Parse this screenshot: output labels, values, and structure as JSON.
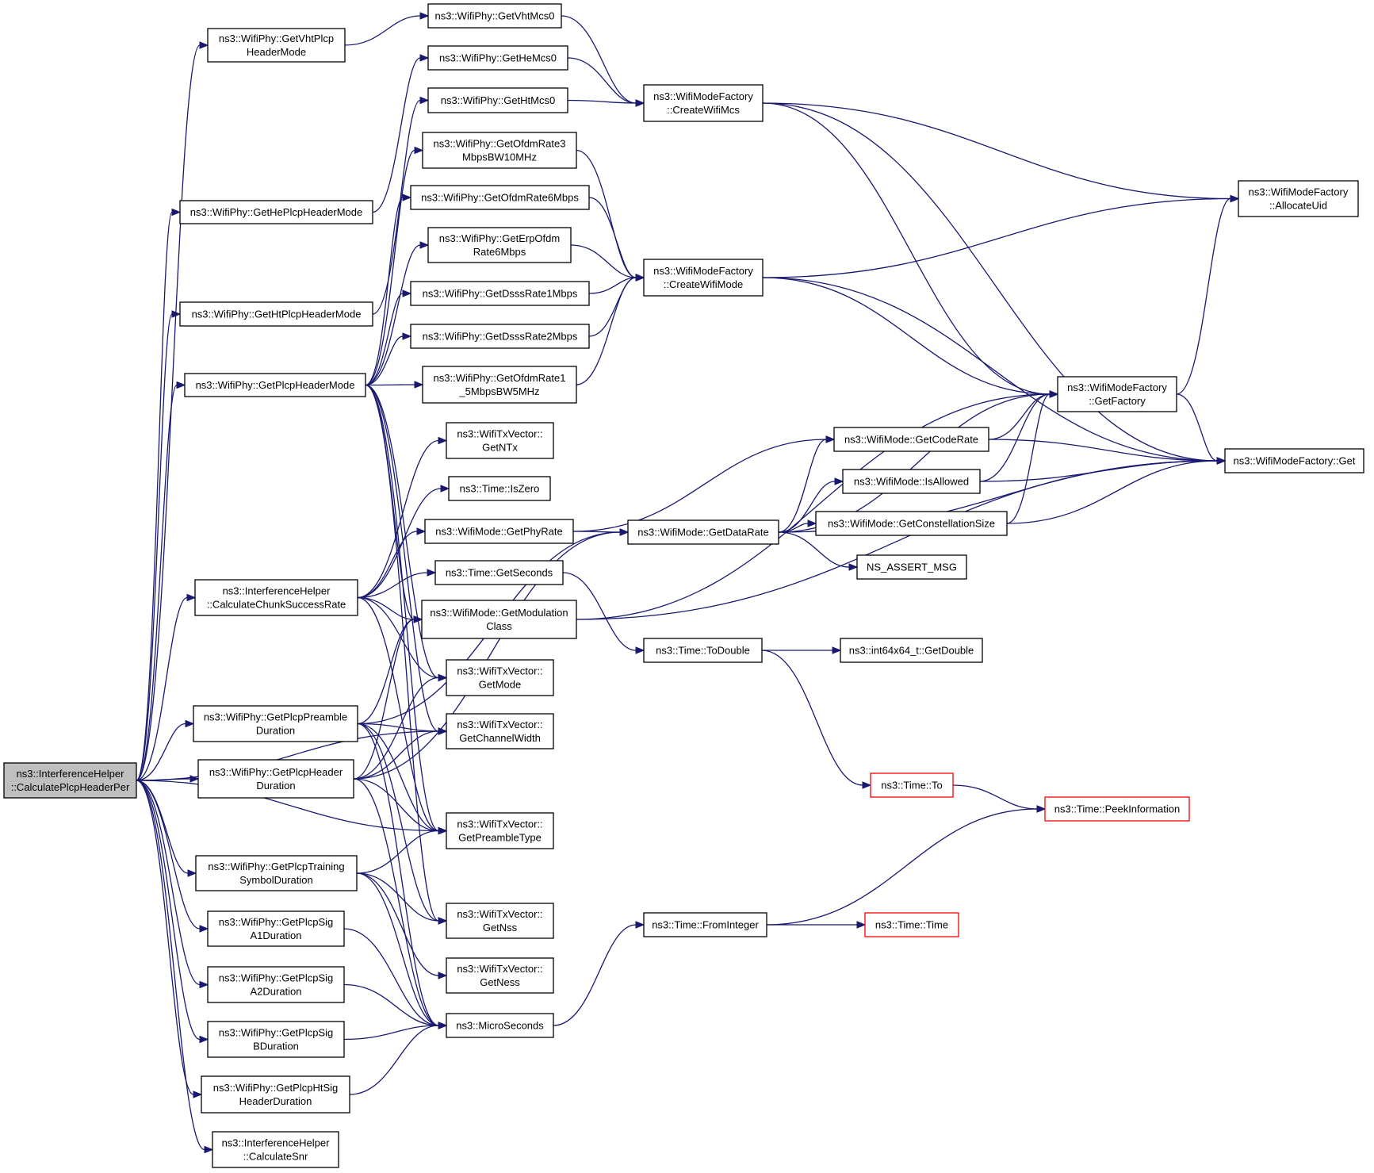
{
  "colors": {
    "edge": "#191970",
    "node_border": "#000000",
    "node_fill": "#ffffff",
    "root_fill": "#bfbfbf",
    "truncated_border": "#ff0000"
  },
  "nodes": {
    "root": {
      "lines": [
        "ns3::InterferenceHelper",
        "::CalculatePlcpHeaderPer"
      ],
      "style": "root"
    },
    "vhtPlcpMode": {
      "lines": [
        "ns3::WifiPhy::GetVhtPlcp",
        "HeaderMode"
      ]
    },
    "hePlcpMode": {
      "lines": [
        "ns3::WifiPhy::GetHePlcpHeaderMode"
      ]
    },
    "htPlcpMode": {
      "lines": [
        "ns3::WifiPhy::GetHtPlcpHeaderMode"
      ]
    },
    "plcpHeaderMode": {
      "lines": [
        "ns3::WifiPhy::GetPlcpHeaderMode"
      ]
    },
    "chunkSuccess": {
      "lines": [
        "ns3::InterferenceHelper",
        "::CalculateChunkSuccessRate"
      ]
    },
    "preambleDur": {
      "lines": [
        "ns3::WifiPhy::GetPlcpPreamble",
        "Duration"
      ]
    },
    "headerDur": {
      "lines": [
        "ns3::WifiPhy::GetPlcpHeader",
        "Duration"
      ]
    },
    "trainingDur": {
      "lines": [
        "ns3::WifiPhy::GetPlcpTraining",
        "SymbolDuration"
      ]
    },
    "sigA1": {
      "lines": [
        "ns3::WifiPhy::GetPlcpSig",
        "A1Duration"
      ]
    },
    "sigA2": {
      "lines": [
        "ns3::WifiPhy::GetPlcpSig",
        "A2Duration"
      ]
    },
    "sigB": {
      "lines": [
        "ns3::WifiPhy::GetPlcpSig",
        "BDuration"
      ]
    },
    "htSigDur": {
      "lines": [
        "ns3::WifiPhy::GetPlcpHtSig",
        "HeaderDuration"
      ]
    },
    "calcSnr": {
      "lines": [
        "ns3::InterferenceHelper",
        "::CalculateSnr"
      ]
    },
    "vhtMcs0": {
      "lines": [
        "ns3::WifiPhy::GetVhtMcs0"
      ]
    },
    "heMcs0": {
      "lines": [
        "ns3::WifiPhy::GetHeMcs0"
      ]
    },
    "htMcs0": {
      "lines": [
        "ns3::WifiPhy::GetHtMcs0"
      ]
    },
    "ofdm3": {
      "lines": [
        "ns3::WifiPhy::GetOfdmRate3",
        "MbpsBW10MHz"
      ]
    },
    "ofdm6": {
      "lines": [
        "ns3::WifiPhy::GetOfdmRate6Mbps"
      ]
    },
    "erpOfdm6": {
      "lines": [
        "ns3::WifiPhy::GetErpOfdm",
        "Rate6Mbps"
      ]
    },
    "dsss1": {
      "lines": [
        "ns3::WifiPhy::GetDsssRate1Mbps"
      ]
    },
    "dsss2": {
      "lines": [
        "ns3::WifiPhy::GetDsssRate2Mbps"
      ]
    },
    "ofdm15": {
      "lines": [
        "ns3::WifiPhy::GetOfdmRate1",
        "_5MbpsBW5MHz"
      ]
    },
    "getNTx": {
      "lines": [
        "ns3::WifiTxVector::",
        "GetNTx"
      ]
    },
    "isZero": {
      "lines": [
        "ns3::Time::IsZero"
      ]
    },
    "getPhyRate": {
      "lines": [
        "ns3::WifiMode::GetPhyRate"
      ]
    },
    "getSeconds": {
      "lines": [
        "ns3::Time::GetSeconds"
      ]
    },
    "getModClass": {
      "lines": [
        "ns3::WifiMode::GetModulation",
        "Class"
      ]
    },
    "getMode": {
      "lines": [
        "ns3::WifiTxVector::",
        "GetMode"
      ]
    },
    "getChanWidth": {
      "lines": [
        "ns3::WifiTxVector::",
        "GetChannelWidth"
      ]
    },
    "getPreambleType": {
      "lines": [
        "ns3::WifiTxVector::",
        "GetPreambleType"
      ]
    },
    "getNss": {
      "lines": [
        "ns3::WifiTxVector::",
        "GetNss"
      ]
    },
    "getNess": {
      "lines": [
        "ns3::WifiTxVector::",
        "GetNess"
      ]
    },
    "microSeconds": {
      "lines": [
        "ns3::MicroSeconds"
      ]
    },
    "createWifiMcs": {
      "lines": [
        "ns3::WifiModeFactory",
        "::CreateWifiMcs"
      ]
    },
    "createWifiMode": {
      "lines": [
        "ns3::WifiModeFactory",
        "::CreateWifiMode"
      ]
    },
    "getDataRate": {
      "lines": [
        "ns3::WifiMode::GetDataRate"
      ]
    },
    "toDouble": {
      "lines": [
        "ns3::Time::ToDouble"
      ]
    },
    "fromInteger": {
      "lines": [
        "ns3::Time::FromInteger"
      ]
    },
    "getCodeRate": {
      "lines": [
        "ns3::WifiMode::GetCodeRate"
      ]
    },
    "isAllowed": {
      "lines": [
        "ns3::WifiMode::IsAllowed"
      ]
    },
    "getConstSize": {
      "lines": [
        "ns3::WifiMode::GetConstellationSize"
      ]
    },
    "nsAssert": {
      "lines": [
        "NS_ASSERT_MSG"
      ]
    },
    "getDouble": {
      "lines": [
        "ns3::int64x64_t::GetDouble"
      ]
    },
    "timeTo": {
      "lines": [
        "ns3::Time::To"
      ],
      "style": "truncated"
    },
    "timeTime": {
      "lines": [
        "ns3::Time::Time"
      ],
      "style": "truncated"
    },
    "allocateUid": {
      "lines": [
        "ns3::WifiModeFactory",
        "::AllocateUid"
      ]
    },
    "getFactory": {
      "lines": [
        "ns3::WifiModeFactory",
        "::GetFactory"
      ]
    },
    "factoryGet": {
      "lines": [
        "ns3::WifiModeFactory::Get"
      ]
    },
    "peekInfo": {
      "lines": [
        "ns3::Time::PeekInformation"
      ],
      "style": "truncated"
    }
  },
  "edges": [
    [
      "root",
      "vhtPlcpMode"
    ],
    [
      "root",
      "hePlcpMode"
    ],
    [
      "root",
      "htPlcpMode"
    ],
    [
      "root",
      "plcpHeaderMode"
    ],
    [
      "root",
      "chunkSuccess"
    ],
    [
      "root",
      "preambleDur"
    ],
    [
      "root",
      "headerDur"
    ],
    [
      "root",
      "trainingDur"
    ],
    [
      "root",
      "sigA1"
    ],
    [
      "root",
      "sigA2"
    ],
    [
      "root",
      "sigB"
    ],
    [
      "root",
      "htSigDur"
    ],
    [
      "root",
      "calcSnr"
    ],
    [
      "root",
      "getChanWidth"
    ],
    [
      "root",
      "getPreambleType"
    ],
    [
      "vhtPlcpMode",
      "vhtMcs0"
    ],
    [
      "hePlcpMode",
      "heMcs0"
    ],
    [
      "htPlcpMode",
      "htMcs0"
    ],
    [
      "plcpHeaderMode",
      "ofdm3"
    ],
    [
      "plcpHeaderMode",
      "ofdm6"
    ],
    [
      "plcpHeaderMode",
      "erpOfdm6"
    ],
    [
      "plcpHeaderMode",
      "dsss1"
    ],
    [
      "plcpHeaderMode",
      "dsss2"
    ],
    [
      "plcpHeaderMode",
      "ofdm15"
    ],
    [
      "plcpHeaderMode",
      "getModClass"
    ],
    [
      "plcpHeaderMode",
      "getMode"
    ],
    [
      "plcpHeaderMode",
      "getChanWidth"
    ],
    [
      "plcpHeaderMode",
      "getPreambleType"
    ],
    [
      "plcpHeaderMode",
      "getNss"
    ],
    [
      "chunkSuccess",
      "getNTx"
    ],
    [
      "chunkSuccess",
      "isZero"
    ],
    [
      "chunkSuccess",
      "getPhyRate"
    ],
    [
      "chunkSuccess",
      "getSeconds"
    ],
    [
      "chunkSuccess",
      "getModClass"
    ],
    [
      "chunkSuccess",
      "getMode"
    ],
    [
      "chunkSuccess",
      "getPreambleType"
    ],
    [
      "preambleDur",
      "getModClass"
    ],
    [
      "preambleDur",
      "getChanWidth"
    ],
    [
      "preambleDur",
      "getPreambleType"
    ],
    [
      "preambleDur",
      "getNss"
    ],
    [
      "preambleDur",
      "getDataRate"
    ],
    [
      "preambleDur",
      "microSeconds"
    ],
    [
      "headerDur",
      "getModClass"
    ],
    [
      "headerDur",
      "getMode"
    ],
    [
      "headerDur",
      "getChanWidth"
    ],
    [
      "headerDur",
      "getPreambleType"
    ],
    [
      "headerDur",
      "getDataRate"
    ],
    [
      "headerDur",
      "microSeconds"
    ],
    [
      "trainingDur",
      "getPreambleType"
    ],
    [
      "trainingDur",
      "getNss"
    ],
    [
      "trainingDur",
      "getNess"
    ],
    [
      "trainingDur",
      "microSeconds"
    ],
    [
      "sigA1",
      "microSeconds"
    ],
    [
      "sigA2",
      "microSeconds"
    ],
    [
      "sigB",
      "microSeconds"
    ],
    [
      "htSigDur",
      "microSeconds"
    ],
    [
      "vhtMcs0",
      "createWifiMcs"
    ],
    [
      "heMcs0",
      "createWifiMcs"
    ],
    [
      "htMcs0",
      "createWifiMcs"
    ],
    [
      "ofdm3",
      "createWifiMode"
    ],
    [
      "ofdm6",
      "createWifiMode"
    ],
    [
      "erpOfdm6",
      "createWifiMode"
    ],
    [
      "dsss1",
      "createWifiMode"
    ],
    [
      "dsss2",
      "createWifiMode"
    ],
    [
      "ofdm15",
      "createWifiMode"
    ],
    [
      "getPhyRate",
      "getDataRate"
    ],
    [
      "getPhyRate",
      "getCodeRate"
    ],
    [
      "getSeconds",
      "toDouble"
    ],
    [
      "getModClass",
      "getFactory"
    ],
    [
      "getModClass",
      "factoryGet"
    ],
    [
      "microSeconds",
      "fromInteger"
    ],
    [
      "createWifiMcs",
      "allocateUid"
    ],
    [
      "createWifiMcs",
      "getFactory"
    ],
    [
      "createWifiMcs",
      "factoryGet"
    ],
    [
      "createWifiMode",
      "allocateUid"
    ],
    [
      "createWifiMode",
      "getFactory"
    ],
    [
      "createWifiMode",
      "factoryGet"
    ],
    [
      "getDataRate",
      "getFactory"
    ],
    [
      "getDataRate",
      "getCodeRate"
    ],
    [
      "getDataRate",
      "isAllowed"
    ],
    [
      "getDataRate",
      "getConstSize"
    ],
    [
      "getDataRate",
      "nsAssert"
    ],
    [
      "getDataRate",
      "factoryGet"
    ],
    [
      "getCodeRate",
      "getFactory"
    ],
    [
      "getCodeRate",
      "factoryGet"
    ],
    [
      "isAllowed",
      "getFactory"
    ],
    [
      "isAllowed",
      "factoryGet"
    ],
    [
      "getConstSize",
      "getFactory"
    ],
    [
      "getConstSize",
      "factoryGet"
    ],
    [
      "toDouble",
      "getDouble"
    ],
    [
      "toDouble",
      "timeTo"
    ],
    [
      "fromInteger",
      "timeTime"
    ],
    [
      "fromInteger",
      "peekInfo"
    ],
    [
      "timeTo",
      "peekInfo"
    ],
    [
      "getFactory",
      "allocateUid"
    ],
    [
      "getFactory",
      "factoryGet"
    ]
  ]
}
